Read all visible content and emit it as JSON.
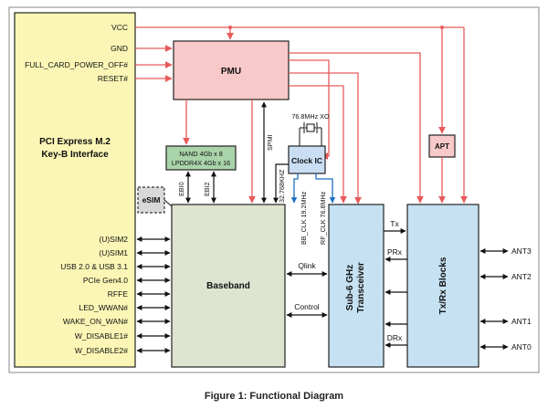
{
  "pci_interface": {
    "title_line1": "PCI Express M.2",
    "title_line2": "Key-B Interface"
  },
  "power_signals": {
    "vcc": "VCC",
    "gnd": "GND",
    "full_card_power_off": "FULL_CARD_POWER_OFF#",
    "reset": "RESET#"
  },
  "blocks": {
    "pmu": "PMU",
    "nand_line1": "NAND 4Gb x 8",
    "nand_line2": "LPDDR4X 4Gb x 16",
    "esim": "eSIM",
    "clock_ic": "Clock IC",
    "xo": "76.8MHz XO",
    "apt": "APT",
    "baseband": "Baseband",
    "transceiver_line1": "Sub-6 GHz",
    "transceiver_line2": "Transceiver",
    "txrx": "Tx/Rx Blocks"
  },
  "bus_labels": {
    "ebi0": "EBI0",
    "ebi2": "EBI2",
    "spmi": "SPMI",
    "khz": "32.768KHZ",
    "bb_clk": "BB_CLK  19.2MHz",
    "rf_clk": "RF_CLK  76.8MHz",
    "qlink": "Qlink",
    "control": "Control",
    "tx": "Tx",
    "prx": "PRx",
    "drx": "DRx"
  },
  "host_signals": [
    "(U)SIM2",
    "(U)SIM1",
    "USB 2.0 & USB 3.1",
    "PCIe Gen4.0",
    "RFFE",
    "LED_WWAN#",
    "WAKE_ON_WAN#",
    "W_DISABLE1#",
    "W_DISABLE2#"
  ],
  "antennas": [
    "ANT3",
    "ANT2",
    "ANT1",
    "ANT0"
  ],
  "caption": "Figure 1: Functional Diagram",
  "colors": {
    "power_line": "#e85a5a",
    "bus_line": "#111111",
    "clock_line": "#1a6fc4",
    "pci_fill": "#fbf6b5",
    "pmu_fill": "#f8c9c9",
    "nand_fill": "#a9d3a9",
    "baseband_fill": "#dde5d1",
    "clock_fill": "#c9def3",
    "transceiver_fill": "#c6e2f2",
    "txrx_fill": "#c6e2f2",
    "apt_fill": "#f8c9c9",
    "esim_fill": "#d8d8d8"
  }
}
